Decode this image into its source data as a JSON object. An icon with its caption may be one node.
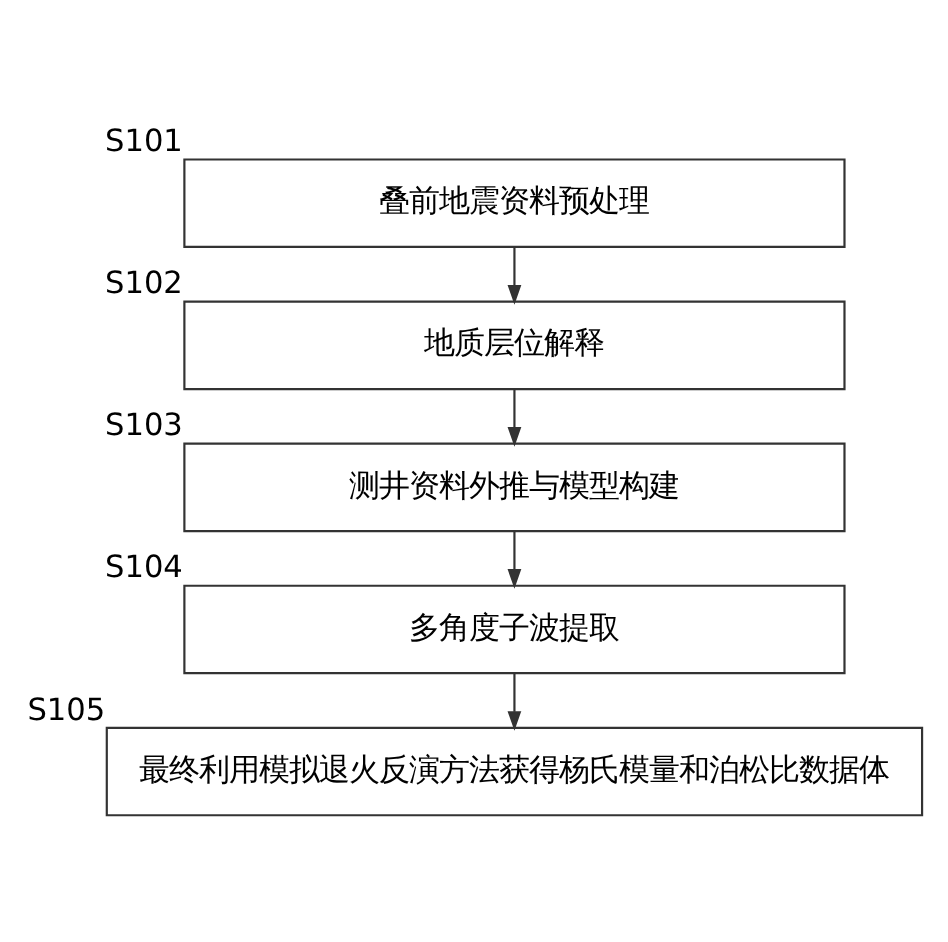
{
  "diagram": {
    "nodes": [
      {
        "text": [
          "叠前地震资料预处理"
        ],
        "beside": [
          "S101"
        ]
      },
      {
        "text": [
          "地质层位解释"
        ],
        "beside": [
          "S102"
        ]
      },
      {
        "text": [
          "测井资料外推与模型构建"
        ],
        "beside": [
          "S103"
        ]
      },
      {
        "text": [
          "多角度子波提取"
        ],
        "beside": [
          "S104"
        ]
      },
      {
        "text": [
          "最终利用模拟退火反演方法获得杨氏模量和泊松比数据体"
        ],
        "beside": [
          "S105"
        ]
      }
    ],
    "edges": [
      {
        "from": 0,
        "to": 1,
        "arrow": "to"
      },
      {
        "from": 1,
        "to": 2,
        "arrow": "to"
      },
      {
        "from": 2,
        "to": 3,
        "arrow": "to"
      },
      {
        "from": 3,
        "to": 4,
        "arrow": "to"
      }
    ]
  }
}
